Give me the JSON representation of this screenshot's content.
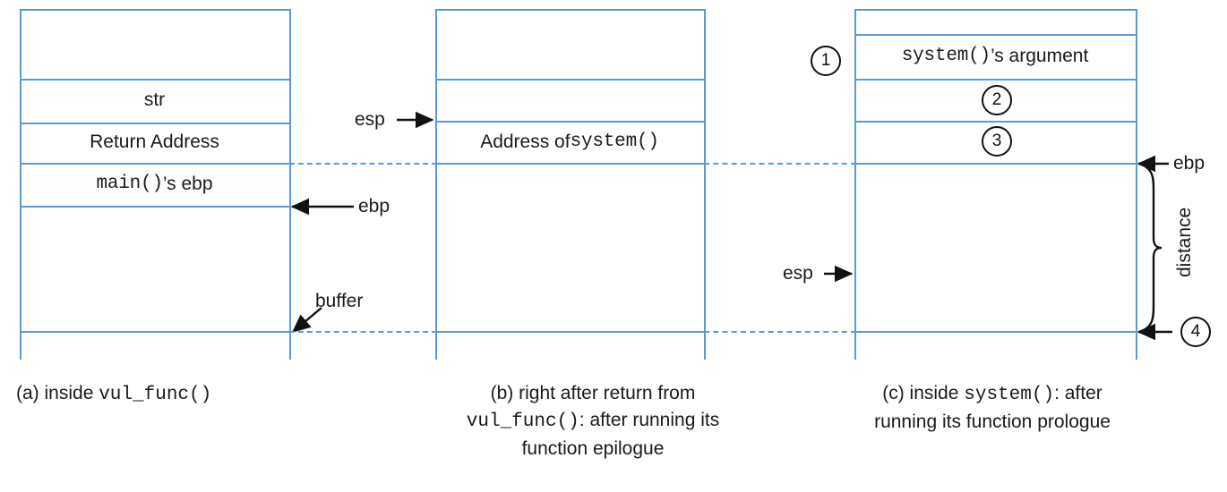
{
  "diagram": {
    "title": "Stack layout during a return-to-libc attack",
    "line_color": "#5B9BD5",
    "ink_color": "#1a1a1a"
  },
  "panels": [
    {
      "id": "a",
      "caption_prefix": "(a) inside ",
      "caption_mono": "vul_func()",
      "caption_suffix": "",
      "cells": [
        {
          "name": "str",
          "text": "str",
          "style": "sans"
        },
        {
          "name": "return-address",
          "text": "Return Address",
          "style": "sans"
        },
        {
          "name": "mains-ebp-mono",
          "text": "main()",
          "style": "mono"
        },
        {
          "name": "mains-ebp-sans",
          "text": "’s ebp",
          "style": "sans"
        }
      ],
      "markers": [
        {
          "name": "ebp",
          "label": "ebp"
        },
        {
          "name": "buffer",
          "label": "buffer"
        }
      ]
    },
    {
      "id": "b",
      "caption_line1": "(b) right after return from",
      "caption_line2_mono": "vul_func()",
      "caption_line2_suffix": ": after running its",
      "caption_line3": "function epilogue",
      "cells": [
        {
          "name": "address-of-system-sans",
          "text": "Address of ",
          "style": "sans"
        },
        {
          "name": "address-of-system-mono",
          "text": "system()",
          "style": "mono"
        }
      ],
      "markers": [
        {
          "name": "esp",
          "label": "esp"
        }
      ]
    },
    {
      "id": "c",
      "caption_prefix": "(c) inside ",
      "caption_mono": "system()",
      "caption_suffix": ": after",
      "caption_line2": "running its function prologue",
      "cells": [
        {
          "name": "system-argument-mono",
          "text": "system()",
          "style": "mono"
        },
        {
          "name": "system-argument-sans",
          "text": "’s argument",
          "style": "sans"
        }
      ],
      "markers": [
        {
          "name": "esp",
          "label": "esp"
        },
        {
          "name": "ebp",
          "label": "ebp"
        },
        {
          "name": "distance",
          "label": "distance"
        }
      ],
      "numbers": [
        {
          "name": "callout-1",
          "value": "1"
        },
        {
          "name": "callout-2",
          "value": "2"
        },
        {
          "name": "callout-3",
          "value": "3"
        },
        {
          "name": "callout-4",
          "value": "4"
        }
      ]
    }
  ]
}
